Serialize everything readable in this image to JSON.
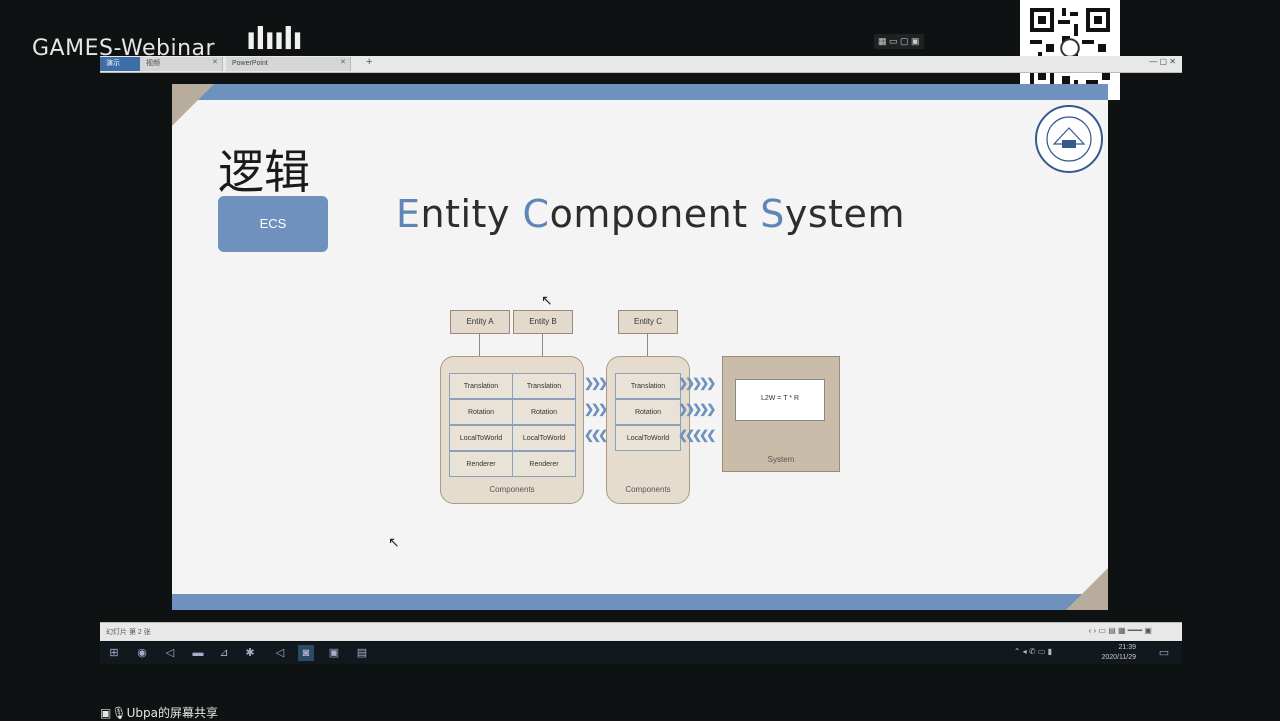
{
  "overlay": {
    "stream_title": "GAMES-Webinar",
    "platform_logo": "bilibili"
  },
  "browser": {
    "tabs": [
      {
        "label": "演示",
        "active": true
      },
      {
        "label": "视频",
        "active": false
      },
      {
        "label": "PowerPoint",
        "active": false
      }
    ],
    "window_controls": "— ▢ ✕"
  },
  "slide": {
    "title": "逻辑",
    "tag": "ECS",
    "heading": {
      "e": "E",
      "ntity": "ntity ",
      "c": "C",
      "omponent": "omponent ",
      "s": "S",
      "ystem": "ystem"
    },
    "diagram": {
      "entities": [
        "Entity A",
        "Entity B",
        "Entity C"
      ],
      "group1_col1": [
        "Translation",
        "Rotation",
        "LocalToWorld",
        "Renderer"
      ],
      "group1_col2": [
        "Translation",
        "Rotation",
        "LocalToWorld",
        "Renderer"
      ],
      "group2": [
        "Translation",
        "Rotation",
        "LocalToWorld"
      ],
      "components_label": "Components",
      "system_formula": "L2W = T * R",
      "system_label": "System"
    }
  },
  "statusbar": {
    "text": "幻灯片 第 2 张"
  },
  "taskbar": {
    "clock_time": "21:39",
    "clock_date": "2020/11/29"
  },
  "share_label": "Ubpa的屏幕共享",
  "icons": {
    "start": "windows-start-icon",
    "tray": [
      "chevron-up-icon",
      "network-icon",
      "volume-icon",
      "notification-icon"
    ]
  }
}
